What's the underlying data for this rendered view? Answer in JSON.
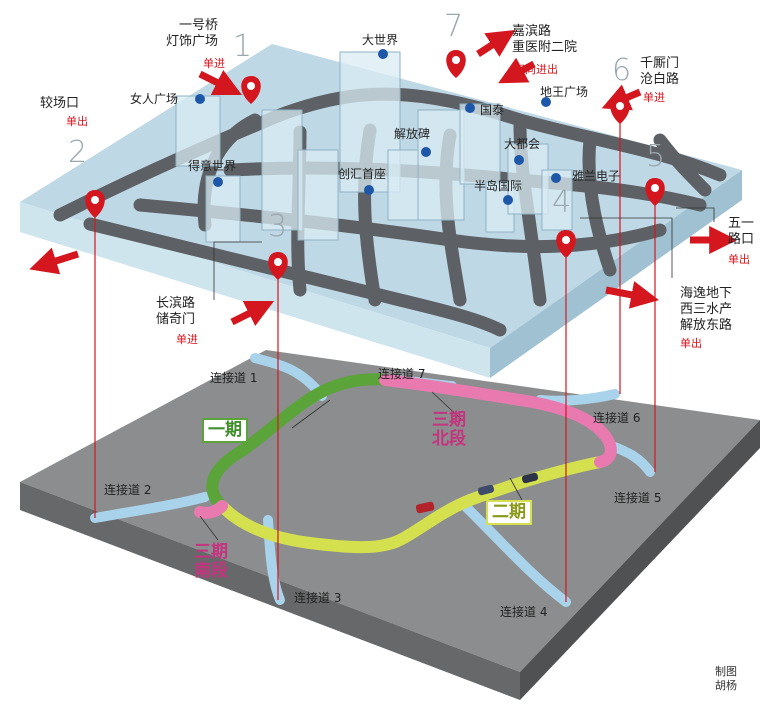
{
  "entrances": [
    {
      "num": "1",
      "name": "一号桥\n灯饰广场",
      "dir": "单进"
    },
    {
      "num": "2",
      "name": "较场口",
      "dir": "单出"
    },
    {
      "num": "3",
      "name": "长滨路\n储奇门",
      "dir": "单进"
    },
    {
      "num": "4",
      "name": "海逸地下\n西三水产\n解放东路",
      "dir": "单出"
    },
    {
      "num": "5",
      "name": "五一\n路口",
      "dir": "单出"
    },
    {
      "num": "6",
      "name": "千厮门\n沧白路",
      "dir": "单进"
    },
    {
      "num": "7",
      "name": "嘉滨路\n重医附二院",
      "dir": "双向进出"
    }
  ],
  "landmarks": [
    "大世界",
    "女人广场",
    "地王广场",
    "国泰",
    "解放碑",
    "大都会",
    "得意世界",
    "创汇首座",
    "半岛国际",
    "雅兰电子"
  ],
  "connectors": [
    "连接道 1",
    "连接道 2",
    "连接道 3",
    "连接道 4",
    "连接道 5",
    "连接道 6",
    "连接道 7"
  ],
  "phases": {
    "p1": "一期",
    "p2": "二期",
    "p3n": "三期\n北段",
    "p3s": "三期\n南段"
  },
  "credit": "制图\n胡杨",
  "colors": {
    "phase1": "#5aa43a",
    "phase2": "#d5e04e",
    "phase3": "#e97ab0",
    "marker": "#d4161f",
    "connector": "#a9d3ea"
  }
}
